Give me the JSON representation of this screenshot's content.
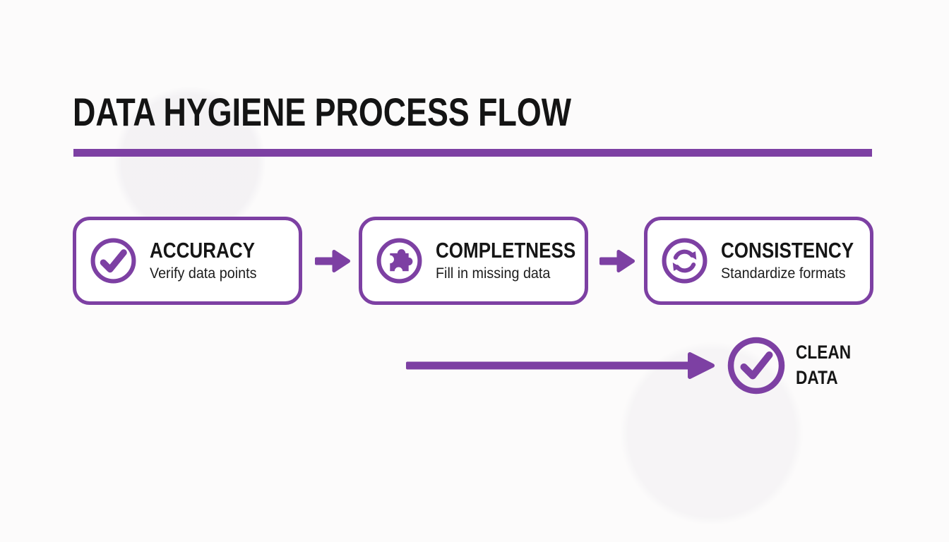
{
  "title": "DATA HYGIENE PROCESS FLOW",
  "colors": {
    "accent_purple": "#7d40a3",
    "text_black": "#161616",
    "box_background": "#ffffff",
    "page_background": "#fcfbfb"
  },
  "steps": [
    {
      "label": "ACCURACY",
      "description": "Verify data points",
      "icon": "check-circle-icon"
    },
    {
      "label": "COMPLETNESS",
      "description": "Fill in missing data",
      "icon": "puzzle-piece-icon"
    },
    {
      "label": "CONSISTENCY",
      "description": "Standardize formats",
      "icon": "sync-arrows-icon"
    }
  ],
  "connectors": {
    "between_steps": "right-arrow",
    "to_result": "long-right-arrow"
  },
  "result": {
    "label_line1": "CLEAN",
    "label_line2": "DATA",
    "icon": "check-circle-icon"
  }
}
